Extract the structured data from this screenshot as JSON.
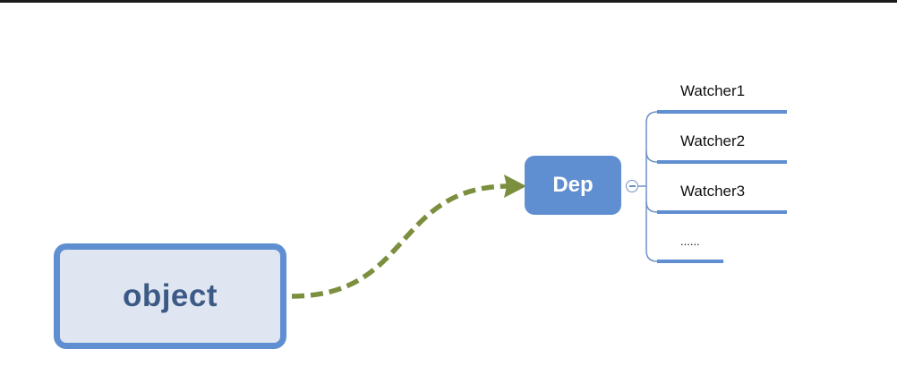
{
  "nodes": {
    "object": {
      "label": "object"
    },
    "dep": {
      "label": "Dep"
    }
  },
  "watchers": [
    {
      "label": "Watcher1"
    },
    {
      "label": "Watcher2"
    },
    {
      "label": "Watcher3"
    },
    {
      "label": "......"
    }
  ],
  "colors": {
    "node_blue": "#5f8fd0",
    "object_fill": "#dfe6f2",
    "object_text": "#3c5a86",
    "arrow_green": "#7b8f3e",
    "branch_line": "#6f92c6"
  },
  "icons": {
    "collapse_toggle": "minus-circle-icon"
  }
}
